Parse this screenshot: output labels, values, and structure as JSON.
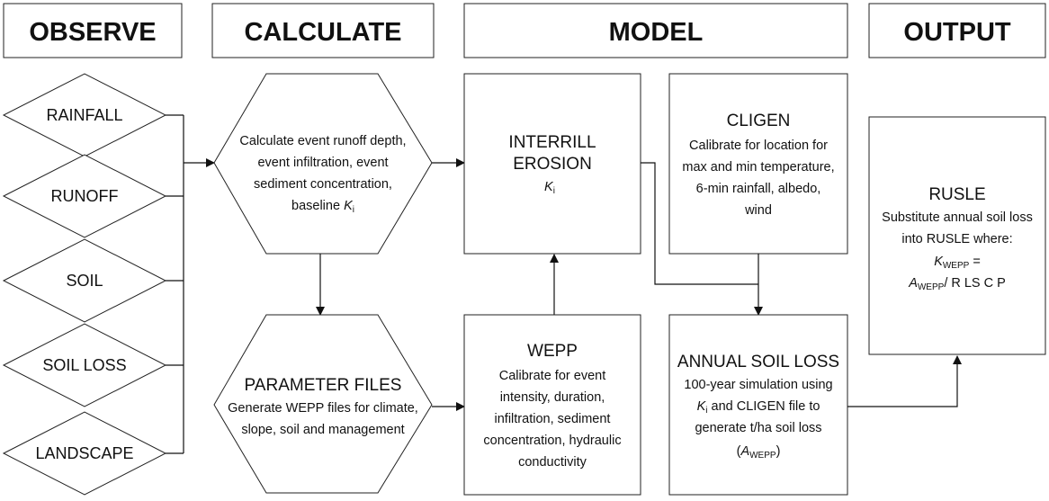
{
  "headers": {
    "observe": "OBSERVE",
    "calculate": "CALCULATE",
    "model": "MODEL",
    "output": "OUTPUT"
  },
  "observations": [
    "RAINFALL",
    "RUNOFF",
    "SOIL",
    "SOIL LOSS",
    "LANDSCAPE"
  ],
  "calculate_box": {
    "line1": "Calculate event runoff depth,",
    "line2": "event infiltration, event",
    "line3": "sediment concentration,",
    "line4": "baseline ",
    "k": "K",
    "k_sub": "i"
  },
  "parameter_files": {
    "title": "PARAMETER FILES",
    "line1": "Generate WEPP files for climate,",
    "line2": "slope, soil and management"
  },
  "interrill": {
    "line1": "INTERRILL",
    "line2": "EROSION",
    "k": "K",
    "k_sub": "i"
  },
  "cligen": {
    "title": "CLIGEN",
    "line1": "Calibrate for location for",
    "line2": "max and min temperature,",
    "line3": "6-min rainfall, albedo,",
    "line4": "wind"
  },
  "wepp": {
    "title": "WEPP",
    "line1": "Calibrate for event",
    "line2": "intensity, duration,",
    "line3": "infiltration, sediment",
    "line4": "concentration, hydraulic",
    "line5": "conductivity"
  },
  "annual": {
    "title": "ANNUAL SOIL LOSS",
    "line1": "100-year simulation using",
    "k": "K",
    "k_sub": "i",
    "line2_rest": " and CLIGEN file to",
    "line3": "generate t/ha soil loss",
    "paren_open": "(",
    "a": "A",
    "a_sub": "WEPP",
    "paren_close": ")"
  },
  "rusle": {
    "title": "RUSLE",
    "line1": "Substitute annual soil loss",
    "line2": "into RUSLE where:",
    "k": "K",
    "k_sub": "WEPP",
    "eq": " =",
    "a": "A",
    "a_sub": "WEPP",
    "rest": "/ R LS C P"
  }
}
